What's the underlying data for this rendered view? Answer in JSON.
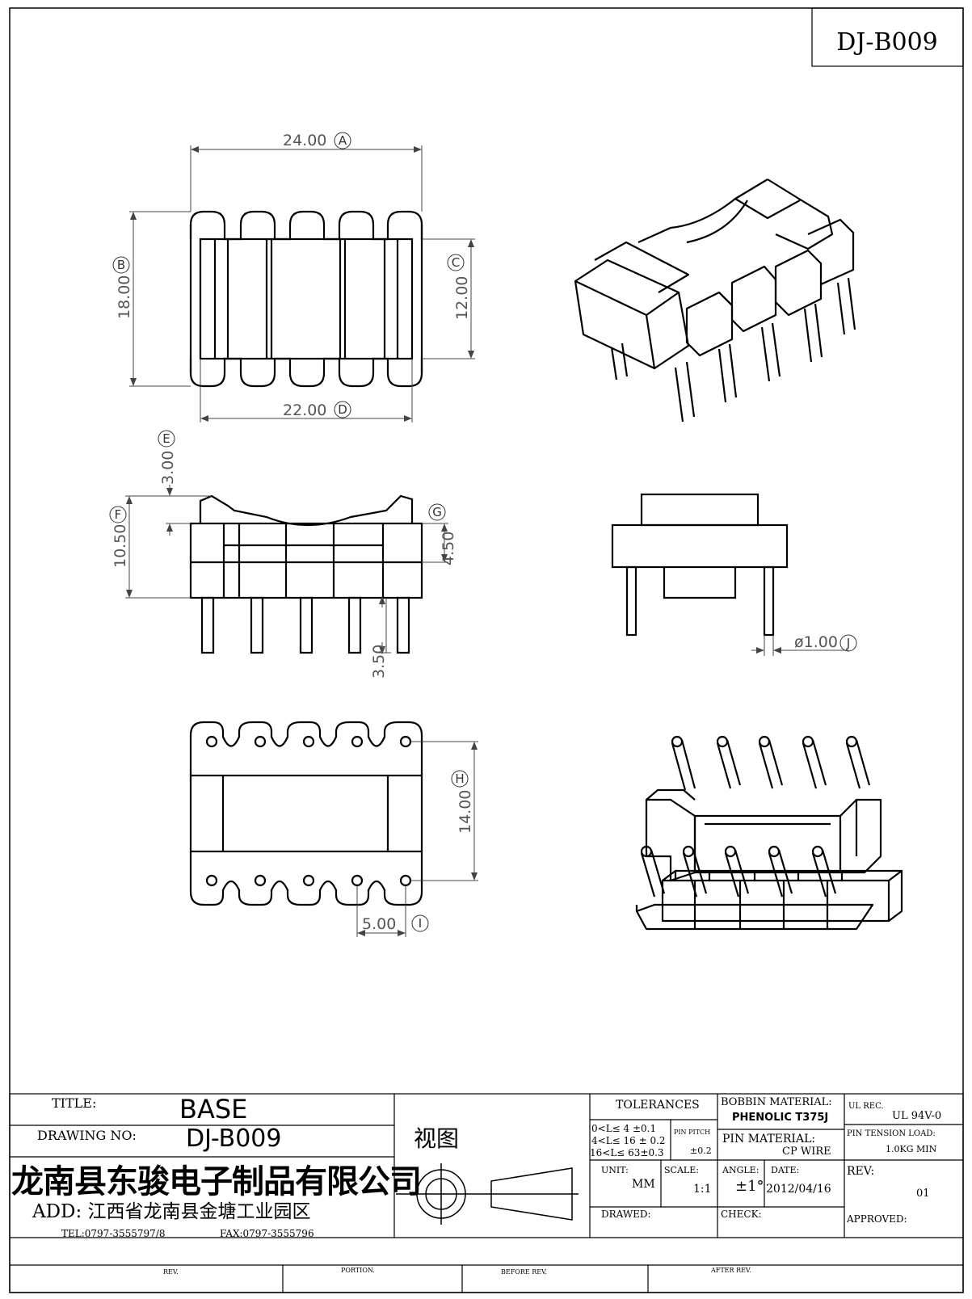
{
  "drawing": {
    "code": "DJ-B009",
    "dimensions": {
      "A": {
        "value": "24.00",
        "tag": "A"
      },
      "B": {
        "value": "18.00",
        "tag": "B"
      },
      "C": {
        "value": "12.00",
        "tag": "C"
      },
      "D": {
        "value": "22.00",
        "tag": "D"
      },
      "E": {
        "value": "3.00",
        "tag": "E"
      },
      "F": {
        "value": "10.50",
        "tag": "F"
      },
      "G": {
        "value": "4.50",
        "tag": "G"
      },
      "H": {
        "value": "14.00",
        "tag": "H"
      },
      "I": {
        "value": "5.00",
        "tag": "I"
      },
      "J": {
        "value": "ø1.00",
        "tag": "J"
      },
      "pin_len": {
        "value": "3.50"
      }
    }
  },
  "titleblock": {
    "title_label": "TITLE:",
    "title_value": "BASE",
    "drawing_no_label": "DRAWING NO:",
    "drawing_no_value": "DJ-B009",
    "company": "龙南县东骏电子制品有限公司",
    "address": "ADD: 江西省龙南县金塘工业园区",
    "tel": "TEL:0797-3555797/8",
    "fax": "FAX:0797-3555796",
    "view_label": "视图",
    "tolerances_label": "TOLERANCES",
    "tol_rows": [
      "0<L≤ 4  ±0.1",
      "4<L≤ 16 ± 0.2",
      "16<L≤ 63±0.3"
    ],
    "pin_pitch_label": "PIN PITCH",
    "pin_pitch_value": "±0.2",
    "unit_label": "UNIT:",
    "unit_value": "MM",
    "scale_label": "SCALE:",
    "scale_value": "1:1",
    "angle_label": "ANGLE:",
    "angle_value": "±1°",
    "date_label": "DATE:",
    "date_value": "2012/04/16",
    "bobbin_material_label": "BOBBIN MATERIAL:",
    "bobbin_material_value": "PHENOLIC T375J",
    "pin_material_label": "PIN MATERIAL:",
    "pin_material_value": "CP WIRE",
    "ul_label": "UL REC.",
    "ul_value": "UL  94V-0",
    "pin_tension_label": "PIN TENSION LOAD:",
    "pin_tension_value": "1.0KG MIN",
    "rev_label": "REV:",
    "rev_value": "01",
    "drawed_label": "DRAWED:",
    "check_label": "CHECK:",
    "approved_label": "APPROVED:",
    "rev_row": [
      "REV.",
      "PORTION.",
      "BEFORE REV.",
      "AFTER REV."
    ]
  }
}
